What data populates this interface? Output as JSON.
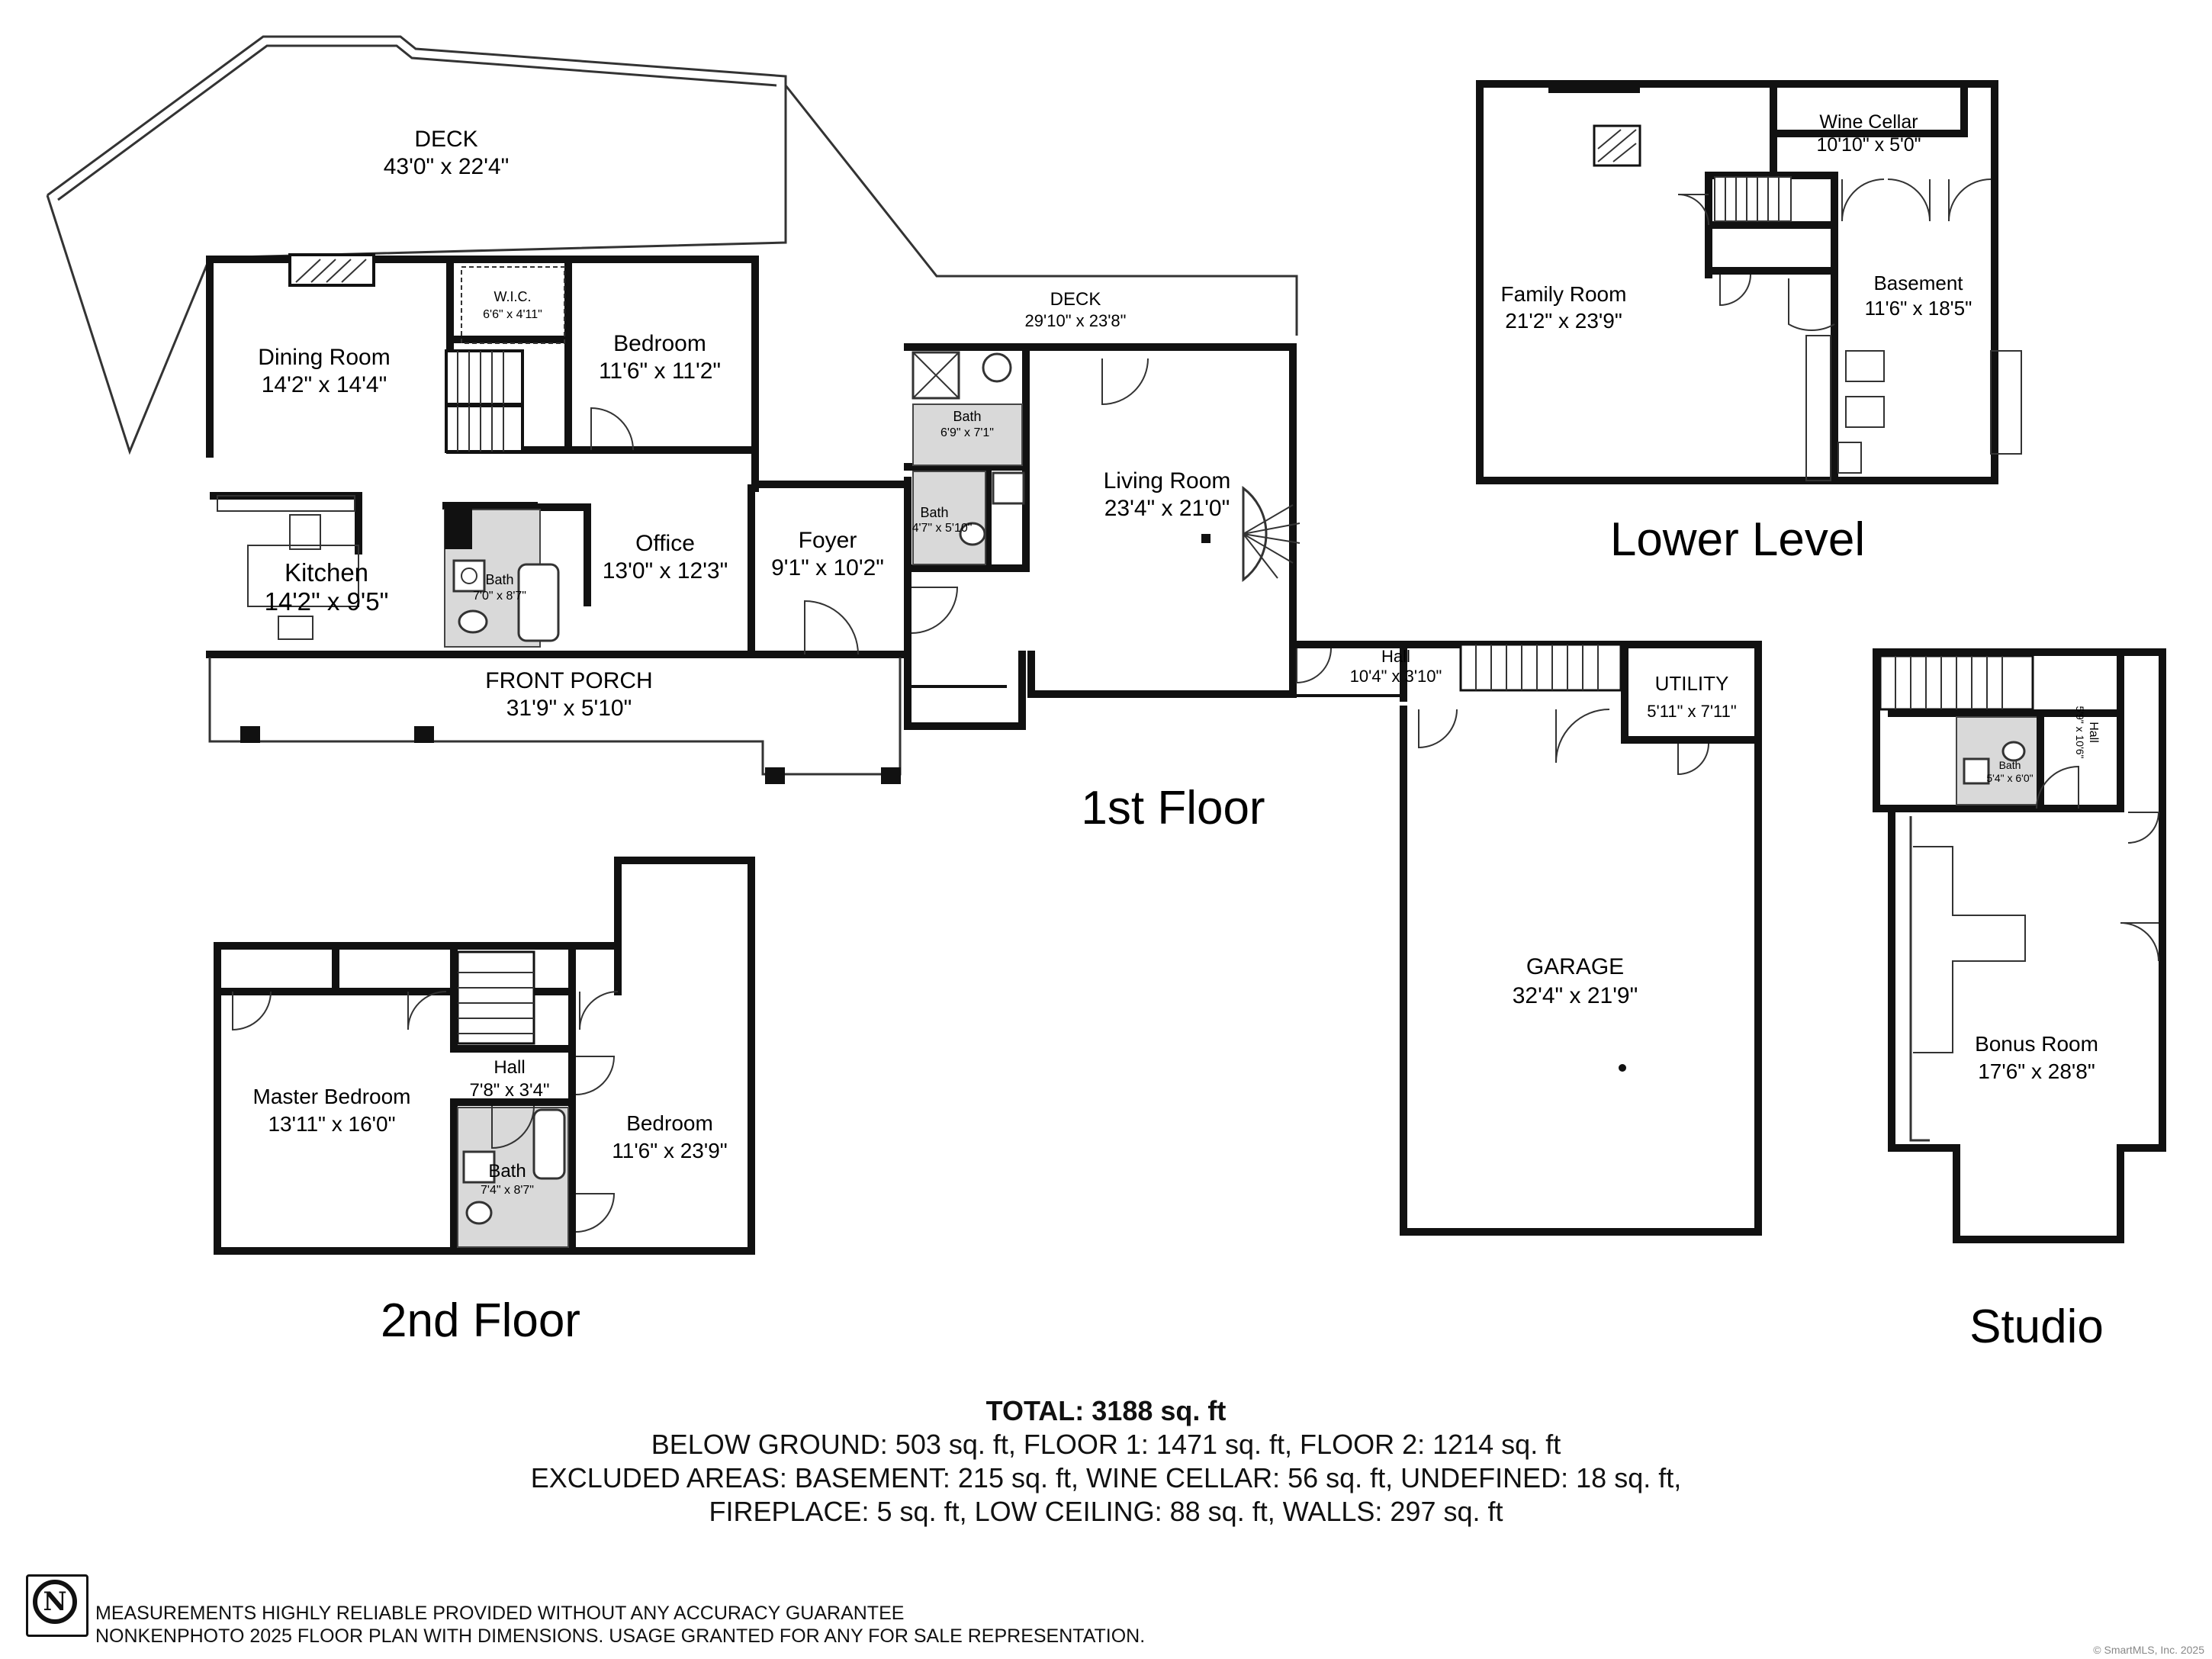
{
  "floors": {
    "first": "1st Floor",
    "second": "2nd Floor",
    "lower": "Lower Level",
    "studio": "Studio"
  },
  "rooms": {
    "deck_main": {
      "name": "DECK",
      "dim": "43'0\" x 22'4\""
    },
    "deck_rear": {
      "name": "DECK",
      "dim": "29'10\" x 23'8\""
    },
    "dining": {
      "name": "Dining Room",
      "dim": "14'2\" x 14'4\""
    },
    "wic": {
      "name": "W.I.C.",
      "dim": "6'6\" x 4'11\""
    },
    "bedroom_1": {
      "name": "Bedroom",
      "dim": "11'6\" x 11'2\""
    },
    "kitchen": {
      "name": "Kitchen",
      "dim": "14'2\" x 9'5\""
    },
    "bath_1": {
      "name": "Bath",
      "dim": "7'0\" x 8'7\""
    },
    "office": {
      "name": "Office",
      "dim": "13'0\" x 12'3\""
    },
    "foyer": {
      "name": "Foyer",
      "dim": "9'1\" x 10'2\""
    },
    "bath_2": {
      "name": "Bath",
      "dim": "6'9\" x 7'1\""
    },
    "bath_3": {
      "name": "Bath",
      "dim": "4'7\" x 5'10\""
    },
    "living": {
      "name": "Living Room",
      "dim": "23'4\" x 21'0\""
    },
    "porch": {
      "name": "FRONT PORCH",
      "dim": "31'9\" x 5'10\""
    },
    "hall_1": {
      "name": "Hall",
      "dim": "10'4\" x 3'10\""
    },
    "utility": {
      "name": "UTILITY",
      "dim": "5'11\" x 7'11\""
    },
    "garage": {
      "name": "GARAGE",
      "dim": "32'4\" x 21'9\""
    },
    "family": {
      "name": "Family Room",
      "dim": "21'2\" x 23'9\""
    },
    "wine": {
      "name": "Wine Cellar",
      "dim": "10'10\" x 5'0\""
    },
    "basement": {
      "name": "Basement",
      "dim": "11'6\" x 18'5\""
    },
    "master": {
      "name": "Master Bedroom",
      "dim": "13'11\" x 16'0\""
    },
    "hall_2": {
      "name": "Hall",
      "dim": "7'8\" x 3'4\""
    },
    "bath_4": {
      "name": "Bath",
      "dim": "7'4\" x 8'7\""
    },
    "bedroom_2": {
      "name": "Bedroom",
      "dim": "11'6\" x 23'9\""
    },
    "bath_5": {
      "name": "Bath",
      "dim": "5'4\" x 6'0\""
    },
    "hall_3": {
      "name": "Hall",
      "dim": "5'9\" x 10'6\""
    },
    "bonus": {
      "name": "Bonus Room",
      "dim": "17'6\" x 28'8\""
    }
  },
  "totals": {
    "total": "TOTAL: 3188 sq. ft",
    "line1": "BELOW GROUND: 503 sq. ft, FLOOR 1: 1471 sq. ft, FLOOR 2: 1214 sq. ft",
    "line2": "EXCLUDED AREAS: BASEMENT: 215 sq. ft, WINE CELLAR: 56 sq. ft, UNDEFINED: 18 sq. ft,",
    "line3": "FIREPLACE: 5 sq. ft, LOW CEILING: 88 sq. ft, WALLS: 297 sq. ft"
  },
  "disclaimer": {
    "line1": "MEASUREMENTS HIGHLY RELIABLE PROVIDED WITHOUT ANY ACCURACY GUARANTEE",
    "line2": "NONKENPHOTO 2025  FLOOR PLAN WITH DIMENSIONS. USAGE GRANTED FOR ANY FOR SALE REPRESENTATION."
  },
  "compass_letter": "N",
  "copyright": "© SmartMLS, Inc. 2025",
  "icons": [
    "compass-icon",
    "fireplace-icon",
    "stairs-icon",
    "door-swing-icon",
    "toilet-icon",
    "sink-icon",
    "bathtub-icon",
    "shower-icon",
    "spiral-stair-icon"
  ]
}
